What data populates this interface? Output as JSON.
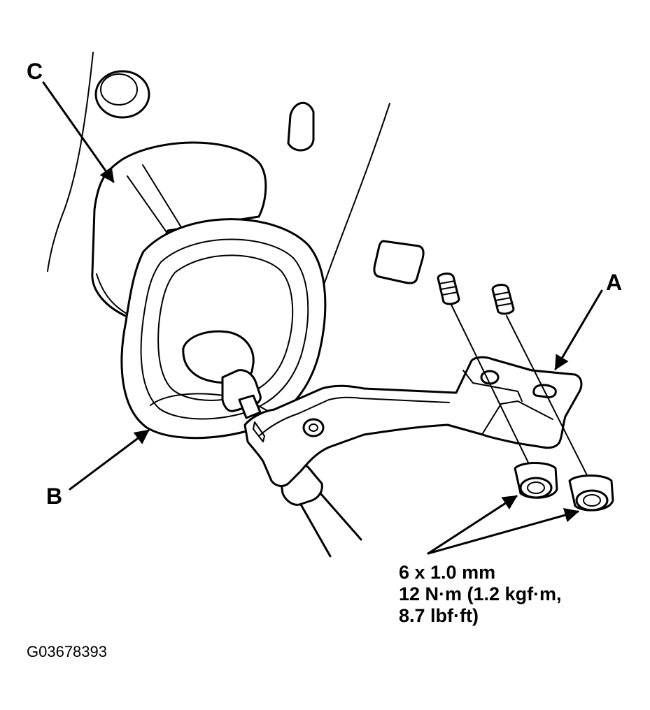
{
  "diagram": {
    "labels": {
      "c": "C",
      "a": "A",
      "b": "B"
    },
    "spec": {
      "line1": "6 x 1.0 mm",
      "line2": "12 N·m (1.2 kgf·m,",
      "line3": "8.7 lbf·ft)"
    },
    "figure_code": "G03678393"
  }
}
